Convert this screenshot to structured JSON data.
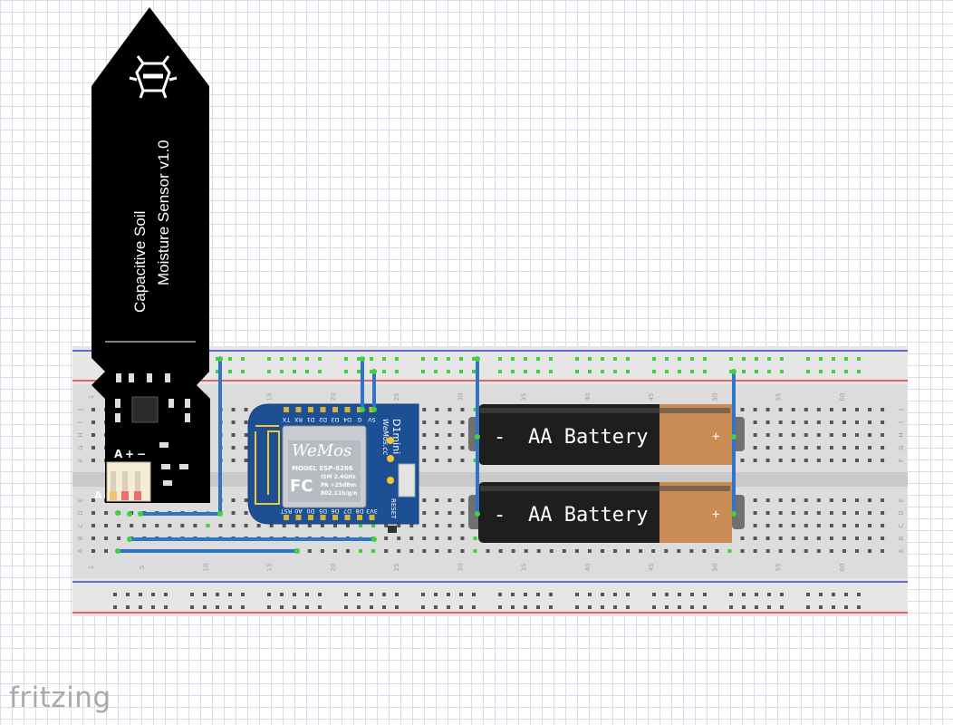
{
  "sensor": {
    "line1": "Capacitive Soil",
    "line2": "Moisture Sensor v1.0",
    "pin_labels": [
      "A",
      "+",
      "−"
    ],
    "side_label": "A"
  },
  "wemos": {
    "brand": "WeMos",
    "model": "MODEL  ESP-8266",
    "spec1": "ISM 2.4GHz",
    "spec2": "PA +25dBm",
    "spec3": "802.11b/g/n",
    "fcc": "FC",
    "board_name": "D1mini",
    "board_brand": "WeMos.cc",
    "reset": "RESET",
    "top_pins": [
      "TX",
      "RX",
      "D1",
      "D2",
      "D3",
      "D4",
      "G",
      "5V"
    ],
    "bottom_pins": [
      "3V3",
      "D8",
      "D7",
      "D6",
      "D5",
      "D0",
      "A0",
      "RST"
    ]
  },
  "batteries": [
    {
      "label": "AA Battery",
      "minus": "-",
      "plus": "+"
    },
    {
      "label": "AA Battery",
      "minus": "-",
      "plus": "+"
    }
  ],
  "breadboard": {
    "column_numbers": [
      "1",
      "5",
      "10",
      "15",
      "20",
      "25",
      "30",
      "35",
      "40",
      "45",
      "50",
      "55",
      "60"
    ],
    "row_letters_top": [
      "J",
      "I",
      "H",
      "G",
      "F"
    ],
    "row_letters_bottom": [
      "E",
      "D",
      "C",
      "B",
      "A"
    ]
  },
  "colors": {
    "wire": "#2f74c9",
    "rail_red": "#d83a3a",
    "rail_blue": "#3344bb",
    "board_blue": "#1d4f95",
    "battery_copper": "#c98c55",
    "green_hole": "#3fd13f"
  },
  "logo": "fritzing"
}
